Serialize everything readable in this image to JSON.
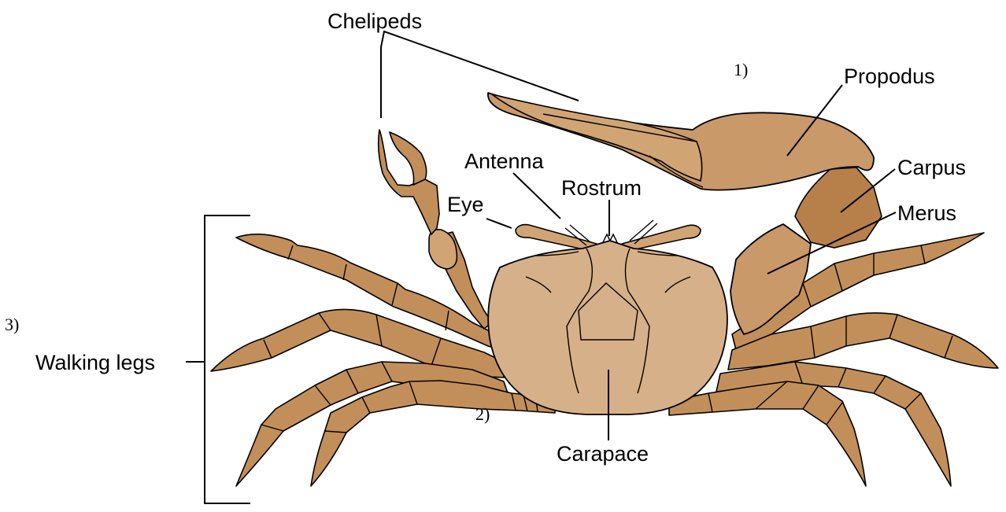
{
  "labels": {
    "chelipeds": "Chelipeds",
    "propodus": "Propodus",
    "carpus": "Carpus",
    "merus": "Merus",
    "antenna": "Antenna",
    "rostrum": "Rostrum",
    "eye": "Eye",
    "walking_legs": "Walking legs",
    "carapace": "Carapace"
  },
  "markers": {
    "m1": "1)",
    "m2": "2)",
    "m3": "3)"
  },
  "colors": {
    "body": "#D6B088",
    "legs": "#C28F5A",
    "claw": "#C9996A",
    "carpus": "#B7804A",
    "outline": "#000000"
  }
}
